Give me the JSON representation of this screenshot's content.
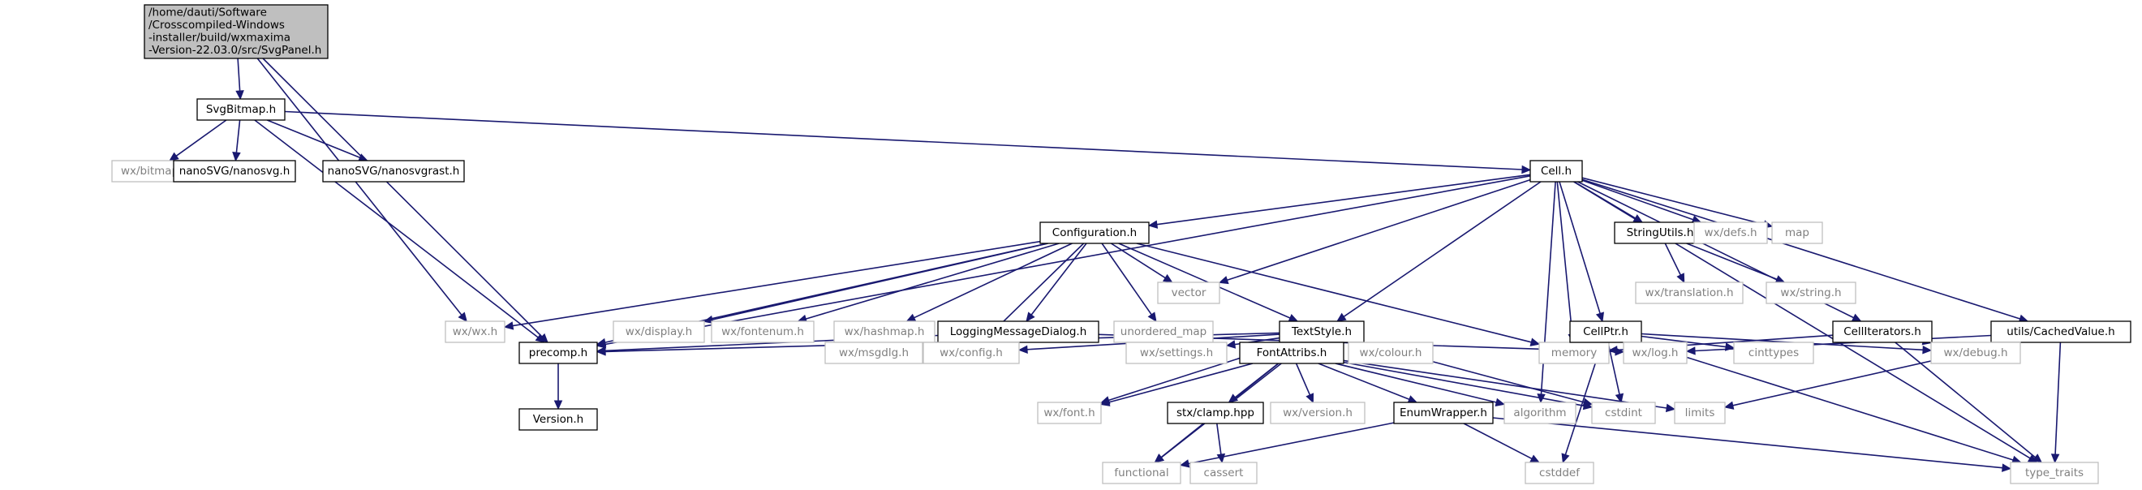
{
  "nodes": [
    {
      "id": "svgpanel",
      "lines": [
        "/home/dauti/Software",
        "/Crosscompiled-Windows",
        "-installer/build/wxmaxima",
        "-Version-22.03.0/src/SvgPanel.h"
      ],
      "style": "root"
    },
    {
      "id": "svgbitmap",
      "lines": [
        "SvgBitmap.h"
      ],
      "style": "doc"
    },
    {
      "id": "precomp",
      "lines": [
        "precomp.h"
      ],
      "style": "doc"
    },
    {
      "id": "wxwx",
      "lines": [
        "wx/wx.h"
      ],
      "style": "ext"
    },
    {
      "id": "cell",
      "lines": [
        "Cell.h"
      ],
      "style": "doc"
    },
    {
      "id": "wxbitmap",
      "lines": [
        "wx/bitmap.h"
      ],
      "style": "ext"
    },
    {
      "id": "nanosvg",
      "lines": [
        "nanoSVG/nanosvg.h"
      ],
      "style": "doc"
    },
    {
      "id": "nanosvgrast",
      "lines": [
        "nanoSVG/nanosvgrast.h"
      ],
      "style": "doc"
    },
    {
      "id": "version",
      "lines": [
        "Version.h"
      ],
      "style": "doc"
    },
    {
      "id": "configuration",
      "lines": [
        "Configuration.h"
      ],
      "style": "doc"
    },
    {
      "id": "textstyle",
      "lines": [
        "TextStyle.h"
      ],
      "style": "doc"
    },
    {
      "id": "vector",
      "lines": [
        "vector"
      ],
      "style": "ext"
    },
    {
      "id": "algorithm",
      "lines": [
        "algorithm"
      ],
      "style": "ext"
    },
    {
      "id": "memory",
      "lines": [
        "memory"
      ],
      "style": "ext"
    },
    {
      "id": "cellptr",
      "lines": [
        "CellPtr.h"
      ],
      "style": "doc"
    },
    {
      "id": "stringutils",
      "lines": [
        "StringUtils.h"
      ],
      "style": "doc"
    },
    {
      "id": "wxdefs",
      "lines": [
        "wx/defs.h"
      ],
      "style": "ext"
    },
    {
      "id": "map",
      "lines": [
        "map"
      ],
      "style": "ext"
    },
    {
      "id": "celliterators",
      "lines": [
        "CellIterators.h"
      ],
      "style": "doc"
    },
    {
      "id": "cachedvalue",
      "lines": [
        "utils/CachedValue.h"
      ],
      "style": "doc"
    },
    {
      "id": "typetraits",
      "lines": [
        "type_traits"
      ],
      "style": "ext"
    },
    {
      "id": "wxdisplay",
      "lines": [
        "wx/display.h"
      ],
      "style": "ext"
    },
    {
      "id": "wxfontenum",
      "lines": [
        "wx/fontenum.h"
      ],
      "style": "ext"
    },
    {
      "id": "wxhashmap",
      "lines": [
        "wx/hashmap.h"
      ],
      "style": "ext"
    },
    {
      "id": "logdialog",
      "lines": [
        "LoggingMessageDialog.h"
      ],
      "style": "doc"
    },
    {
      "id": "unorderedmap",
      "lines": [
        "unordered_map"
      ],
      "style": "ext"
    },
    {
      "id": "wxconfig",
      "lines": [
        "wx/config.h"
      ],
      "style": "ext"
    },
    {
      "id": "wxlog",
      "lines": [
        "wx/log.h"
      ],
      "style": "ext"
    },
    {
      "id": "wxmsgdlg",
      "lines": [
        "wx/msgdlg.h"
      ],
      "style": "ext"
    },
    {
      "id": "functional",
      "lines": [
        "functional"
      ],
      "style": "ext"
    },
    {
      "id": "wxfont",
      "lines": [
        "wx/font.h"
      ],
      "style": "ext"
    },
    {
      "id": "wxsettings",
      "lines": [
        "wx/settings.h"
      ],
      "style": "ext"
    },
    {
      "id": "fontattribs",
      "lines": [
        "FontAttribs.h"
      ],
      "style": "doc"
    },
    {
      "id": "wxcolour",
      "lines": [
        "wx/colour.h"
      ],
      "style": "ext"
    },
    {
      "id": "cstdint",
      "lines": [
        "cstdint"
      ],
      "style": "ext"
    },
    {
      "id": "stxclamp",
      "lines": [
        "stx/clamp.hpp"
      ],
      "style": "doc"
    },
    {
      "id": "wxversion",
      "lines": [
        "wx/version.h"
      ],
      "style": "ext"
    },
    {
      "id": "enumwrapper",
      "lines": [
        "EnumWrapper.h"
      ],
      "style": "doc"
    },
    {
      "id": "limits",
      "lines": [
        "limits"
      ],
      "style": "ext"
    },
    {
      "id": "cassert",
      "lines": [
        "cassert"
      ],
      "style": "ext"
    },
    {
      "id": "cstddef",
      "lines": [
        "cstddef"
      ],
      "style": "ext"
    },
    {
      "id": "wxtranslation",
      "lines": [
        "wx/translation.h"
      ],
      "style": "ext"
    },
    {
      "id": "wxstring",
      "lines": [
        "wx/string.h"
      ],
      "style": "ext"
    },
    {
      "id": "cinttypes",
      "lines": [
        "cinttypes"
      ],
      "style": "ext"
    },
    {
      "id": "wxdebug",
      "lines": [
        "wx/debug.h"
      ],
      "style": "ext"
    }
  ],
  "edges": [
    [
      "svgpanel",
      "svgbitmap"
    ],
    [
      "svgpanel",
      "precomp"
    ],
    [
      "svgpanel",
      "wxwx"
    ],
    [
      "svgbitmap",
      "precomp"
    ],
    [
      "svgbitmap",
      "wxbitmap"
    ],
    [
      "svgbitmap",
      "nanosvg"
    ],
    [
      "svgbitmap",
      "nanosvgrast"
    ],
    [
      "svgbitmap",
      "cell"
    ],
    [
      "precomp",
      "version"
    ],
    [
      "cell",
      "precomp"
    ],
    [
      "cell",
      "configuration"
    ],
    [
      "cell",
      "textstyle"
    ],
    [
      "cell",
      "vector"
    ],
    [
      "cell",
      "algorithm"
    ],
    [
      "cell",
      "memory"
    ],
    [
      "cell",
      "cellptr"
    ],
    [
      "cell",
      "stringutils"
    ],
    [
      "cell",
      "wxdefs"
    ],
    [
      "cell",
      "map"
    ],
    [
      "cell",
      "celliterators"
    ],
    [
      "cell",
      "cachedvalue"
    ],
    [
      "cell",
      "typetraits"
    ],
    [
      "configuration",
      "precomp"
    ],
    [
      "configuration",
      "wxwx"
    ],
    [
      "configuration",
      "wxdisplay"
    ],
    [
      "configuration",
      "wxfontenum"
    ],
    [
      "configuration",
      "wxhashmap"
    ],
    [
      "configuration",
      "logdialog"
    ],
    [
      "configuration",
      "unorderedmap"
    ],
    [
      "configuration",
      "textstyle"
    ],
    [
      "configuration",
      "vector"
    ],
    [
      "configuration",
      "memory"
    ],
    [
      "configuration",
      "wxconfig"
    ],
    [
      "logdialog",
      "precomp"
    ],
    [
      "logdialog",
      "wxmsgdlg"
    ],
    [
      "logdialog",
      "wxlog"
    ],
    [
      "textstyle",
      "precomp"
    ],
    [
      "textstyle",
      "wxconfig"
    ],
    [
      "textstyle",
      "functional"
    ],
    [
      "textstyle",
      "wxfont"
    ],
    [
      "textstyle",
      "wxsettings"
    ],
    [
      "textstyle",
      "fontattribs"
    ],
    [
      "textstyle",
      "wxcolour"
    ],
    [
      "textstyle",
      "cstdint"
    ],
    [
      "fontattribs",
      "wxfont"
    ],
    [
      "fontattribs",
      "functional"
    ],
    [
      "fontattribs",
      "stxclamp"
    ],
    [
      "fontattribs",
      "wxversion"
    ],
    [
      "fontattribs",
      "enumwrapper"
    ],
    [
      "fontattribs",
      "algorithm"
    ],
    [
      "fontattribs",
      "cstdint"
    ],
    [
      "fontattribs",
      "limits"
    ],
    [
      "stxclamp",
      "cassert"
    ],
    [
      "enumwrapper",
      "functional"
    ],
    [
      "enumwrapper",
      "cstddef"
    ],
    [
      "enumwrapper",
      "typetraits"
    ],
    [
      "stringutils",
      "wxtranslation"
    ],
    [
      "stringutils",
      "wxstring"
    ],
    [
      "cellptr",
      "memory"
    ],
    [
      "cellptr",
      "wxlog"
    ],
    [
      "cellptr",
      "wxdebug"
    ],
    [
      "cellptr",
      "cinttypes"
    ],
    [
      "cellptr",
      "cstdint"
    ],
    [
      "cellptr",
      "cstddef"
    ],
    [
      "cellptr",
      "typetraits"
    ],
    [
      "celliterators",
      "memory"
    ],
    [
      "celliterators",
      "wxdebug"
    ],
    [
      "celliterators",
      "typetraits"
    ],
    [
      "cachedvalue",
      "wxlog"
    ],
    [
      "cachedvalue",
      "wxdebug"
    ],
    [
      "cachedvalue",
      "limits"
    ],
    [
      "cachedvalue",
      "typetraits"
    ]
  ],
  "colors": {
    "edge": "#191970",
    "root_fill": "#bfbfbf",
    "doc_stroke": "#000000",
    "ext_stroke": "#bfbfbf",
    "ext_text": "#808080",
    "doc_text": "#000000"
  }
}
